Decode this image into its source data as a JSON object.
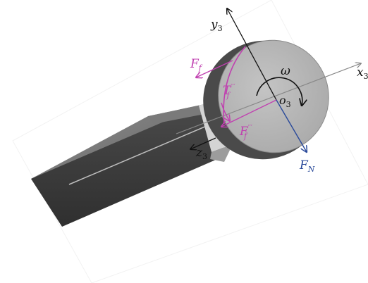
{
  "labels": {
    "y_axis": "y",
    "y_axis_sub": "3",
    "x_axis": "x",
    "x_axis_sub": "3",
    "z_axis": "z",
    "z_axis_sub": "3",
    "origin": "o",
    "origin_sub": "3",
    "omega": "ω",
    "friction_force": "F",
    "friction_force_sub": "f",
    "torque": "T",
    "torque_sub": "f",
    "torque_sup": "′′′",
    "friction_force_3": "F",
    "friction_force_3_sub": "f",
    "friction_force_3_sup": "′′′",
    "normal_force": "F",
    "normal_force_sub": "N"
  },
  "colors": {
    "axis": "#111111",
    "friction": "#c040b0",
    "normal": "#2a4a9a",
    "body_dark": "#3d3d3d",
    "body_mid": "#5a5a5a",
    "body_light": "#9a9a9a",
    "disc_face": "#b4b4b4",
    "disc_rim": "#464646"
  }
}
